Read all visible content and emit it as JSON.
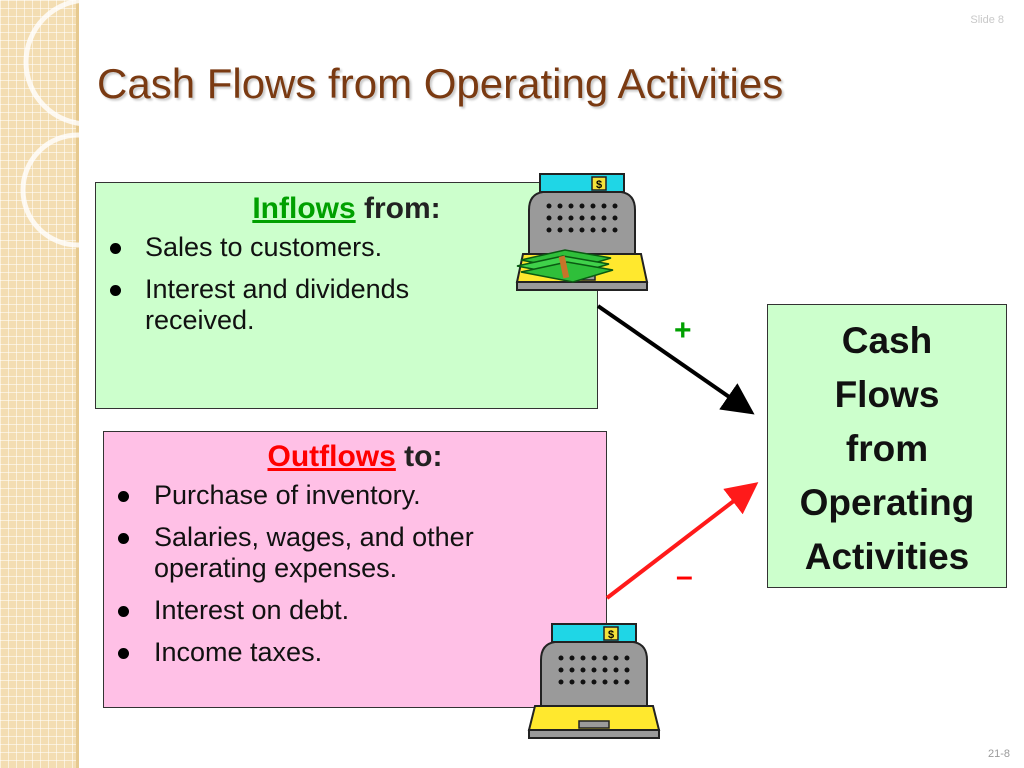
{
  "slide_label": "Slide 8",
  "page_number": "21-8",
  "title": "Cash Flows from Operating Activities",
  "inflows": {
    "keyword": "Inflows",
    "suffix": "from:",
    "items": [
      "Sales to customers.",
      "Interest and dividends received."
    ]
  },
  "outflows": {
    "keyword": "Outflows",
    "suffix": "to:",
    "items": [
      "Purchase of inventory.",
      "Salaries, wages, and other operating expenses.",
      "Interest on debt.",
      "Income taxes."
    ]
  },
  "result": {
    "lines": [
      "Cash",
      "Flows",
      "from",
      "Operating",
      "Activities"
    ]
  },
  "signs": {
    "plus": "+",
    "minus": "–"
  },
  "colors": {
    "inflow_accent": "#00a000",
    "outflow_accent": "#ff0000",
    "inflow_box": "#ccffcc",
    "outflow_box": "#ffc0e6",
    "title": "#7a3a12"
  },
  "icons": {
    "register": "cash-register-icon",
    "money": "money-stack-icon"
  }
}
